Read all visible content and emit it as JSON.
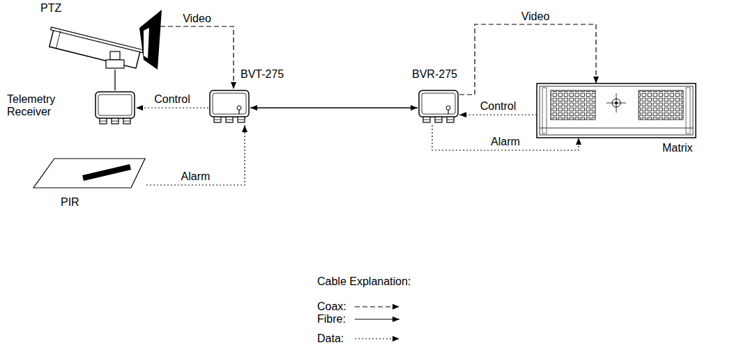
{
  "diagram": {
    "nodes": [
      {
        "text": [
          "PTZ"
        ]
      },
      {
        "text": [
          "Telemetry Receiver"
        ]
      },
      {
        "text": [
          "BVT-275"
        ]
      },
      {
        "text": [
          "BVR-275"
        ]
      },
      {
        "text": [
          "Matrix"
        ]
      },
      {
        "text": [
          "PIR"
        ]
      }
    ],
    "edges": [
      {
        "from": 0,
        "to": 2,
        "label": "Video",
        "arrow": "to"
      },
      {
        "from": 2,
        "to": 1,
        "label": "Control",
        "arrow": "to"
      },
      {
        "from": 5,
        "to": 2,
        "label": "Alarm",
        "arrow": "to"
      },
      {
        "from": 2,
        "to": 3,
        "arrow": "both"
      },
      {
        "from": 3,
        "to": 4,
        "label": "Video",
        "arrow": "to"
      },
      {
        "from": 4,
        "to": 3,
        "label": "Control",
        "arrow": "to"
      },
      {
        "from": 3,
        "to": 4,
        "label": "Alarm",
        "arrow": "to"
      },
      {
        "from": 0,
        "to": 1,
        "arrow": "none"
      }
    ],
    "labels": [
      "Cable Explanation:"
    ],
    "legend": [
      {
        "text": "Coax:"
      },
      {
        "text": "Fibre:"
      },
      {
        "text": "Data:"
      }
    ]
  }
}
